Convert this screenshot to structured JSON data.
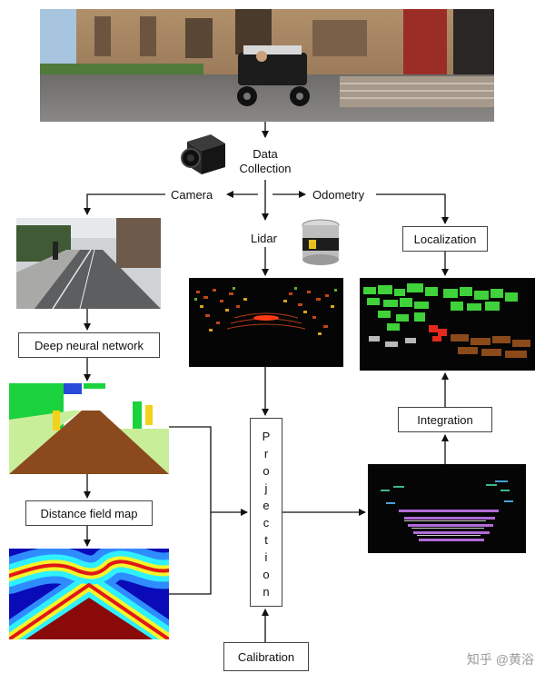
{
  "nodes": {
    "data_collection": [
      "Data",
      "Collection"
    ],
    "camera": "Camera",
    "odometry": "Odometry",
    "lidar": "Lidar",
    "localization": "Localization",
    "deep_neural_network": "Deep neural network",
    "integration": "Integration",
    "distance_field_map": "Distance field map",
    "projection": [
      "P",
      "r",
      "o",
      "j",
      "e",
      "c",
      "t",
      "i",
      "o",
      "n"
    ],
    "calibration": "Calibration"
  },
  "watermark": "知乎 @黄浴"
}
